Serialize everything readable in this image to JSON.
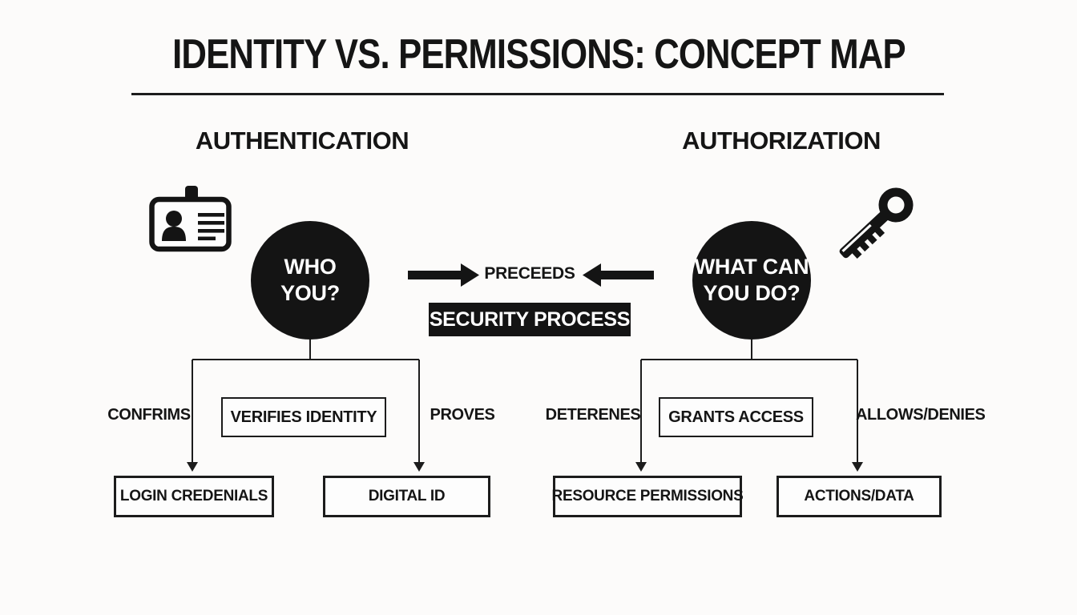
{
  "title": "IDENTITY VS. PERMISSIONS: CONCEPT MAP",
  "colors": {
    "ink": "#1c1c1c",
    "node_fill": "#141414",
    "node_text": "#ffffff",
    "background": "#fcfbfa"
  },
  "center": {
    "relation_label": "PRECEEDS",
    "process_box_label": "SECURITY PROCESS"
  },
  "left": {
    "header": "AUTHENTICATION",
    "icon": "id-card-icon",
    "node_line1": "WHO",
    "node_line2": "YOU?",
    "mid_box_label": "VERIFIES IDENTITY",
    "edge_label_left": "CONFRIMS",
    "edge_label_right": "PROVES",
    "leaf_left_label": "LOGIN CREDENIALS",
    "leaf_right_label": "DIGITAL ID"
  },
  "right": {
    "header": "AUTHORIZATION",
    "icon": "key-icon",
    "node_line1": "WHAT CAN",
    "node_line2": "YOU DO?",
    "mid_box_label": "GRANTS ACCESS",
    "edge_label_left": "DETERENES",
    "edge_label_right": "ALLOWS/DENIES",
    "leaf_left_label": "RESOURCE PERMISSIONS",
    "leaf_right_label": "ACTIONS/DATA"
  }
}
